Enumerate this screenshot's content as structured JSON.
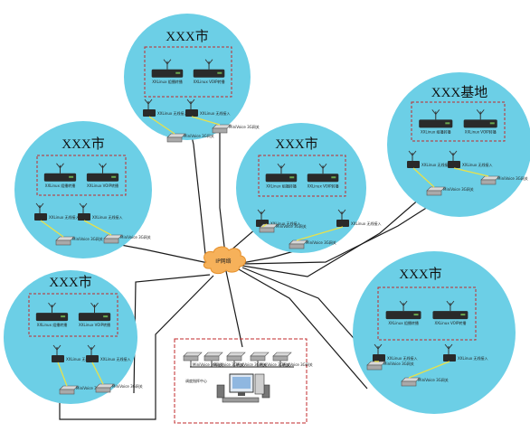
{
  "diagram": {
    "network_label": "IP网络",
    "sites": [
      {
        "id": "top",
        "title": "XXX市",
        "rack_labels": [
          "XXLinux 组播转播",
          "XXLinux VOIP转播"
        ],
        "client_labels": [
          "XXLinux 无线接入",
          "XXLinux 无线接入"
        ],
        "modem_labels": [
          "MiniVoice 3G网关",
          "MiniVoice 3G网关"
        ]
      },
      {
        "id": "left",
        "title": "XXX市",
        "rack_labels": [
          "XXLinux 组播转播",
          "XXLinux VOIP转播"
        ],
        "client_labels": [
          "XXLinux 无线接入",
          "XXLinux 无线接入"
        ],
        "modem_labels": [
          "MiniVoice 3G网关",
          "MiniVoice 3G网关"
        ]
      },
      {
        "id": "center",
        "title": "XXX市",
        "rack_labels": [
          "XXLinux 组播转播",
          "XXLinux VOIP转播"
        ],
        "client_labels": [
          "XXLinux 无线接入",
          "XXLinux 无线接入"
        ],
        "modem_labels": [
          "MiniVoice 3G网关",
          "MiniVoice 3G网关"
        ]
      },
      {
        "id": "right-top",
        "title": "XXX基地",
        "rack_labels": [
          "XXLinux 组播转播",
          "XXLinux VOIP转播"
        ],
        "client_labels": [
          "XXLinux 无线接入",
          "XXLinux 无线接入"
        ],
        "modem_labels": [
          "MiniVoice 3G网关",
          "MiniVoice 3G网关"
        ]
      },
      {
        "id": "bottom-left",
        "title": "XXX市",
        "rack_labels": [
          "XXLinux 组播转播",
          "XXLinux VOIP转播"
        ],
        "client_labels": [
          "XXLinux 无线接入",
          "XXLinux 无线接入"
        ],
        "modem_labels": [
          "MiniVoice 3G网关",
          "MiniVoice 3G网关"
        ]
      },
      {
        "id": "bottom-right",
        "title": "XXX市",
        "rack_labels": [
          "XXLinux 组播转播",
          "XXLinux VOIP转播"
        ],
        "client_labels": [
          "XXLinux 无线接入",
          "XXLinux 无线接入"
        ],
        "modem_labels": [
          "MiniVoice 3G网关",
          "MiniVoice 3G网关"
        ]
      }
    ],
    "control_center": {
      "label": "调度指挥中心",
      "gateway_labels": [
        "MiniVoice 3G网关",
        "MiniVoice 3G网关",
        "MiniVoice 3G网关",
        "MiniVoice 3G网关",
        "MiniVoice 3G网关"
      ]
    },
    "colors": {
      "site_fill": "#6ccfe6",
      "dashed_box": "#c2282b",
      "cloud": "#f6b15a",
      "device": "#2a2a2a",
      "link": "#1a1a1a",
      "radio_link": "#e8e14a"
    }
  }
}
